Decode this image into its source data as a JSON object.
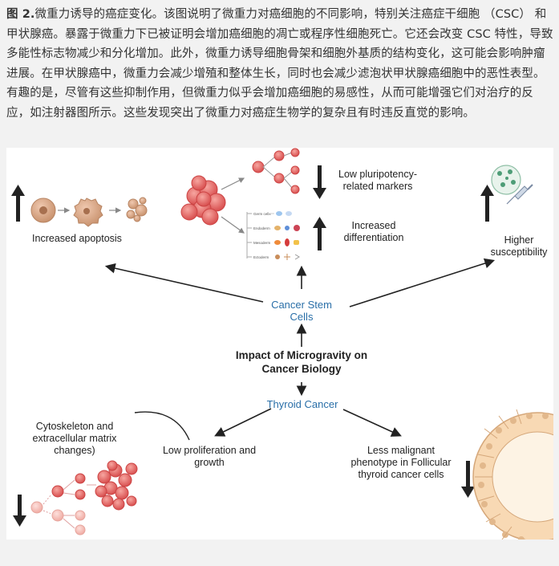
{
  "caption": {
    "figure_label": "图 2.",
    "text": "微重力诱导的癌症变化。该图说明了微重力对癌细胞的不同影响，特别关注癌症干细胞 （CSC） 和甲状腺癌。暴露于微重力下已被证明会增加癌细胞的凋亡或程序性细胞死亡。它还会改变 CSC 特性，导致多能性标志物减少和分化增加。此外，微重力诱导细胞骨架和细胞外基质的结构变化，这可能会影响肿瘤进展。在甲状腺癌中，微重力会减少增殖和整体生长，同时也会减少滤泡状甲状腺癌细胞中的恶性表型。有趣的是，尽管有这些抑制作用，但微重力似乎会增加癌细胞的易感性，从而可能增强它们对治疗的反应，如注射器图所示。这些发现突出了微重力对癌症生物学的复杂且有时违反直觉的影响。"
  },
  "diagram": {
    "center_title": "Impact of Microgravity on Cancer Biology",
    "csc": "Cancer Stem Cells",
    "thyroid": "Thyroid Cancer",
    "increased_apoptosis": "Increased apoptosis",
    "low_pluripotency": "Low pluripotency-related markers",
    "increased_differentiation": "Increased differentiation",
    "higher_susceptibility": "Higher susceptibility",
    "cytoskeleton": "Cytoskeleton and extracellular matrix changes)",
    "low_proliferation": "Low proliferation and growth",
    "less_malignant": "Less malignant phenotype in Follicular thyroid cancer cells",
    "lineages": [
      "Germ cells",
      "Endoderm",
      "Mesoderm",
      "Ectoderm"
    ]
  },
  "colors": {
    "blue_text": "#2a6fa8",
    "cell_red": "#e06060",
    "cell_pink": "#f3b3ad",
    "apoptosis_cell": "#d9a98e",
    "thyroid_cell": "#f6d2a8"
  }
}
